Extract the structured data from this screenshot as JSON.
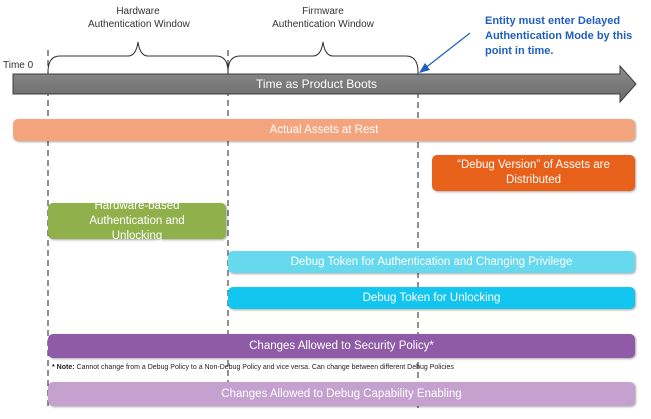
{
  "colors": {
    "timeline": "#7f7f7f",
    "assets": "#f4a57e",
    "debug_version": "#e8611a",
    "hw_auth": "#8fb04a",
    "token_auth": "#66d9ee",
    "token_unlock": "#12c6f0",
    "security_policy": "#8f5aa6",
    "debug_enabling": "#c5a1d0",
    "callout": "#1f5fbf"
  },
  "time_zero": "Time 0",
  "hardware_window": {
    "line1": "Hardware",
    "line2": "Authentication Window"
  },
  "firmware_window": {
    "line1": "Firmware",
    "line2": "Authentication Window"
  },
  "callout": "Entity must enter Delayed Authentication Mode by this point in time.",
  "timeline_label": "Time as Product Boots",
  "bars": {
    "assets": "Actual Assets at Rest",
    "debug_version": "“Debug Version” of Assets are Distributed",
    "hw_auth": "Hardware-based Authentication and Unlocking",
    "token_auth": "Debug Token for Authentication and Changing Privilege",
    "token_unlock": "Debug Token for Unlocking",
    "security_policy": "Changes Allowed to Security Policy*",
    "debug_enabling": "Changes Allowed to Debug Capability Enabling"
  },
  "note": {
    "prefix": "* Note:",
    "text": "Cannot change from a Debug Policy to a Non-Debug Policy and vice versa. Can change between different Debug Policies"
  }
}
